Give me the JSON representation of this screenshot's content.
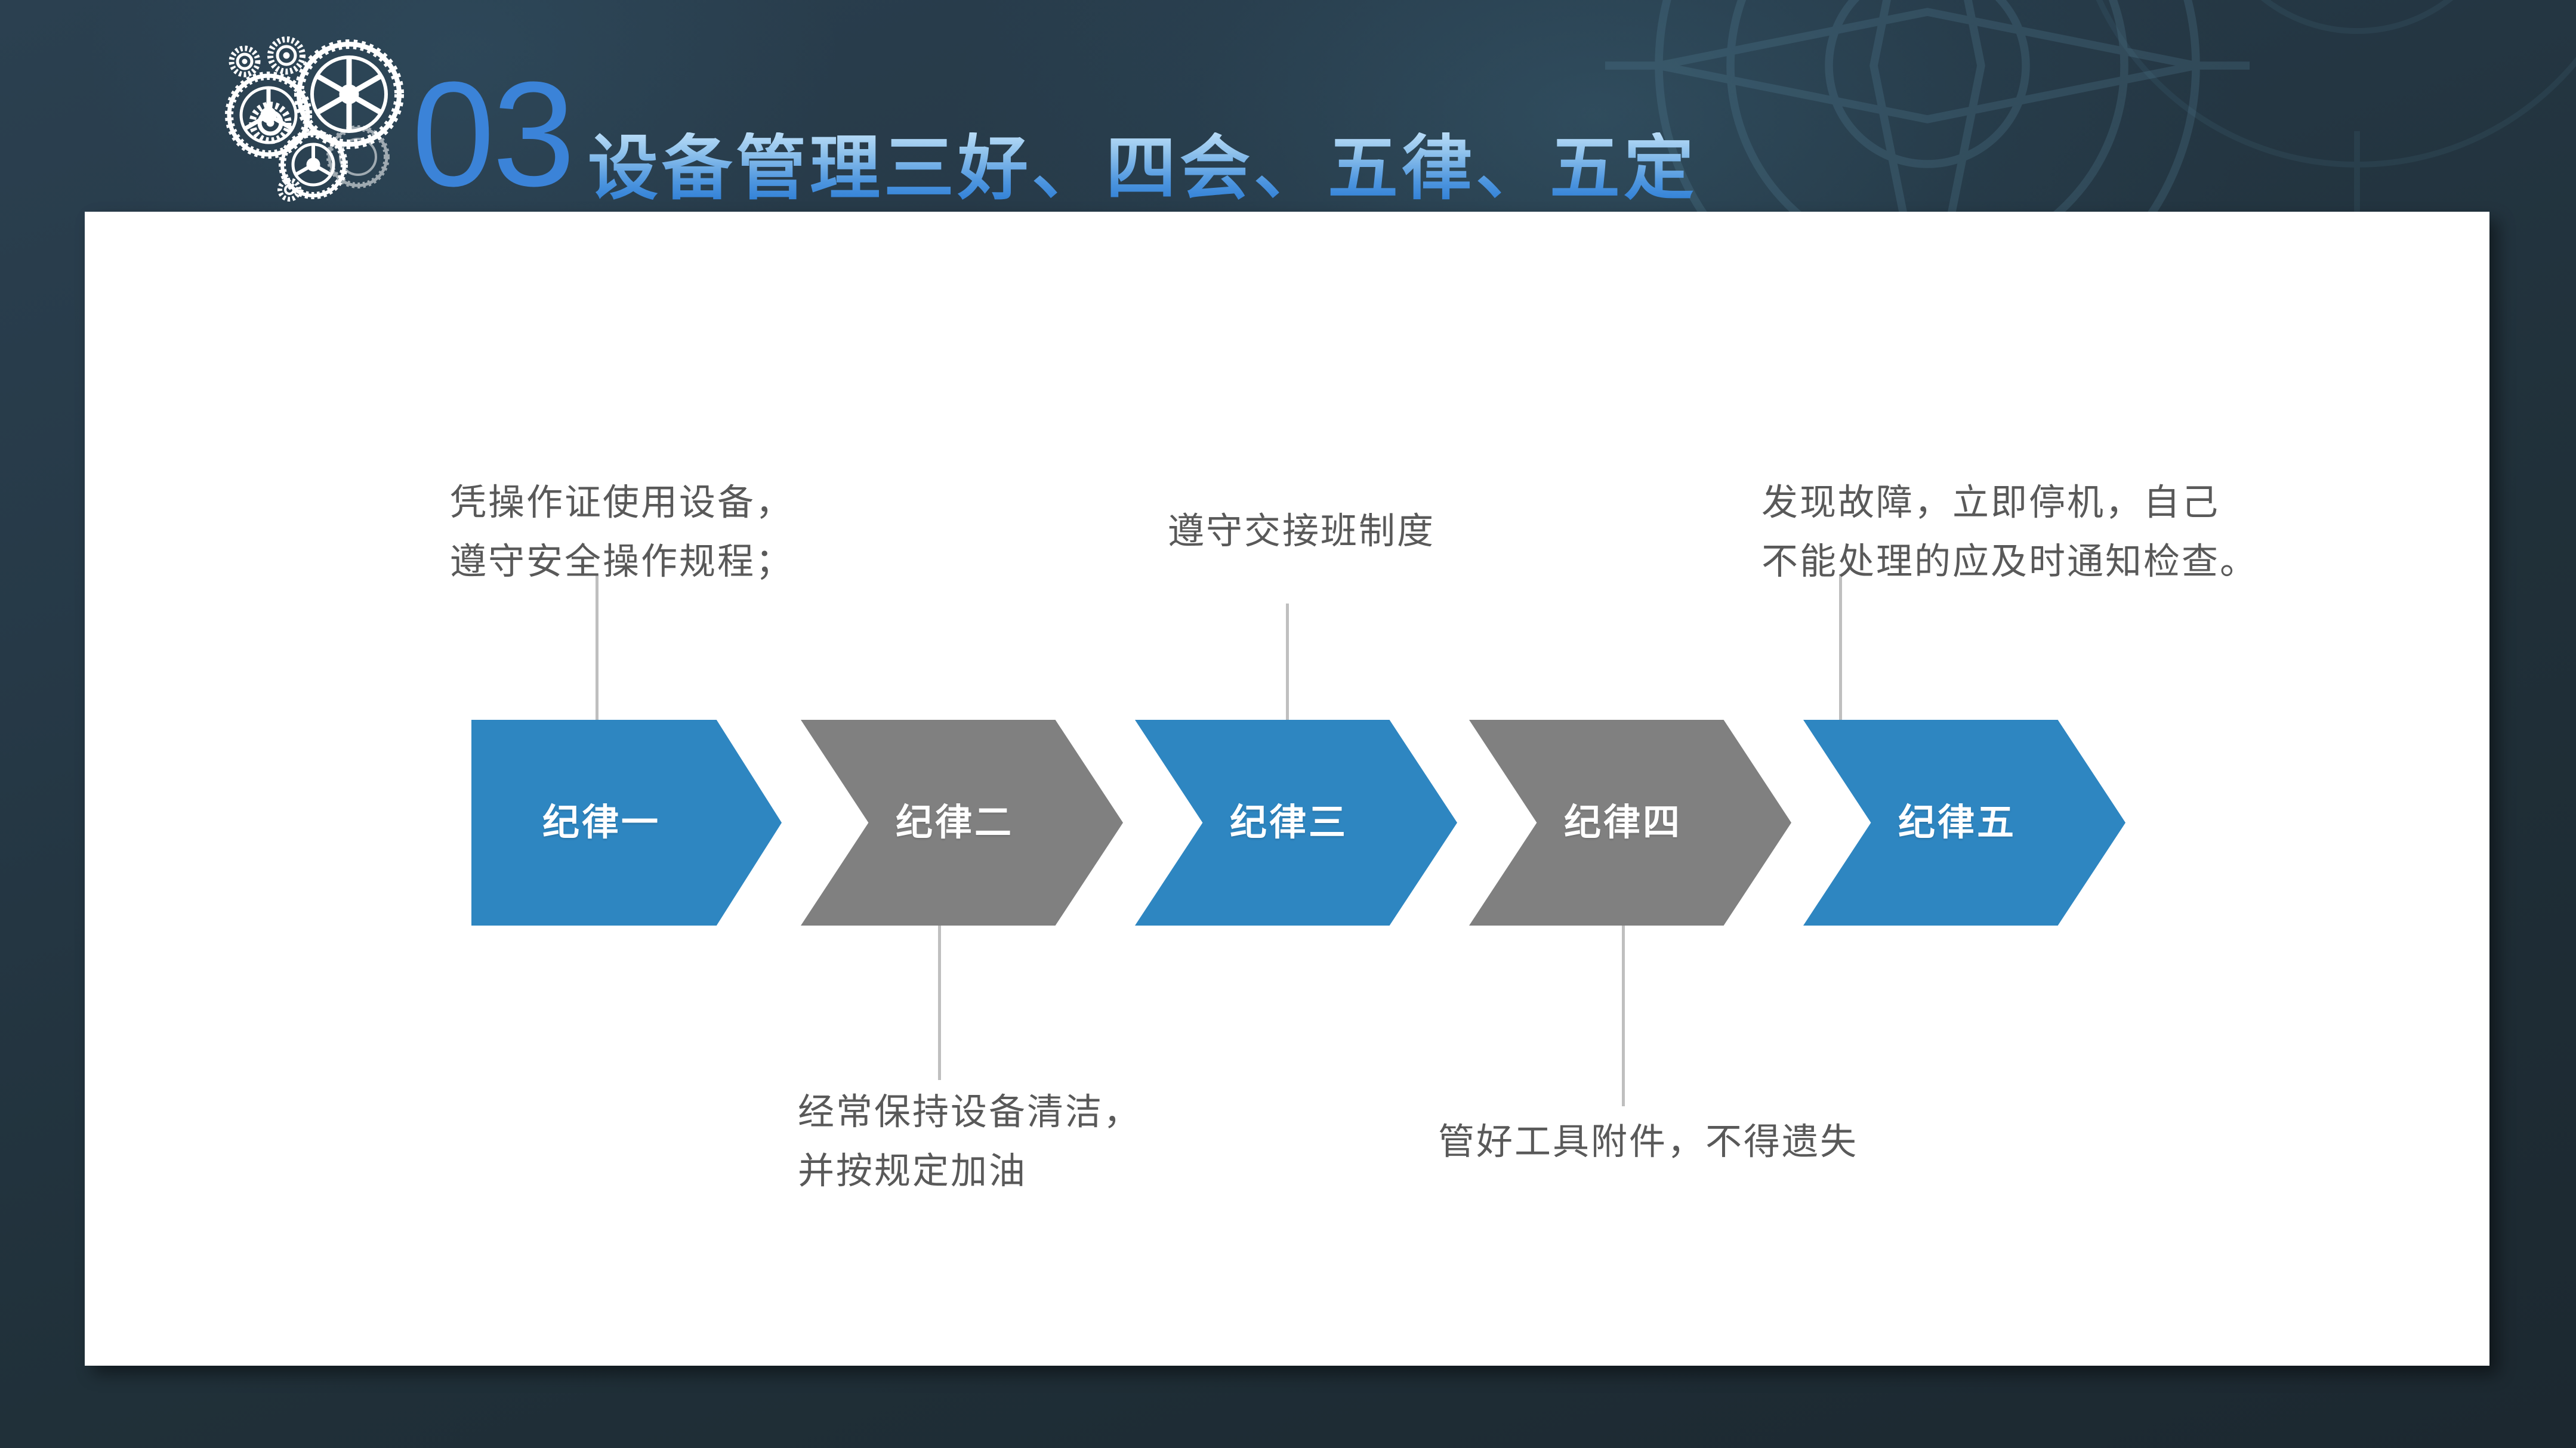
{
  "slide": {
    "section_number": "03",
    "title": "设备管理三好、四会、五律、五定",
    "number_color": "#3b83d8",
    "title_color_top": "#b9dcf7",
    "title_color_bottom": "#2a7bd4",
    "background_color": "#243744",
    "panel_color": "#ffffff"
  },
  "colors": {
    "blue": "#2e86c1",
    "gray": "#808080",
    "connector": "#bfbfbf",
    "body_text": "#595959",
    "chevron_label": "#ffffff"
  },
  "chart_data": {
    "type": "diagram",
    "subtype": "chevron-process",
    "title": "设备管理三好、四会、五律、五定",
    "steps": [
      {
        "index": 1,
        "label": "纪律一",
        "color": "#2e86c1",
        "note_side": "top",
        "note": "凭操作证使用设备，\n遵守安全操作规程；"
      },
      {
        "index": 2,
        "label": "纪律二",
        "color": "#808080",
        "note_side": "bottom",
        "note": "经常保持设备清洁，\n并按规定加油"
      },
      {
        "index": 3,
        "label": "纪律三",
        "color": "#2e86c1",
        "note_side": "top",
        "note": "遵守交接班制度"
      },
      {
        "index": 4,
        "label": "纪律四",
        "color": "#808080",
        "note_side": "bottom",
        "note": "管好工具附件，不得遗失"
      },
      {
        "index": 5,
        "label": "纪律五",
        "color": "#2e86c1",
        "note_side": "top",
        "note": "发现故障，立即停机，自己\n不能处理的应及时通知检查。"
      }
    ]
  },
  "chevrons": [
    {
      "label": "纪律一"
    },
    {
      "label": "纪律二"
    },
    {
      "label": "纪律三"
    },
    {
      "label": "纪律四"
    },
    {
      "label": "纪律五"
    }
  ],
  "descriptions": [
    {
      "text": "凭操作证使用设备，\n遵守安全操作规程；"
    },
    {
      "text": "经常保持设备清洁，\n并按规定加油"
    },
    {
      "text": "遵守交接班制度"
    },
    {
      "text": "管好工具附件，不得遗失"
    },
    {
      "text": "发现故障，立即停机，自己\n不能处理的应及时通知检查。"
    }
  ]
}
